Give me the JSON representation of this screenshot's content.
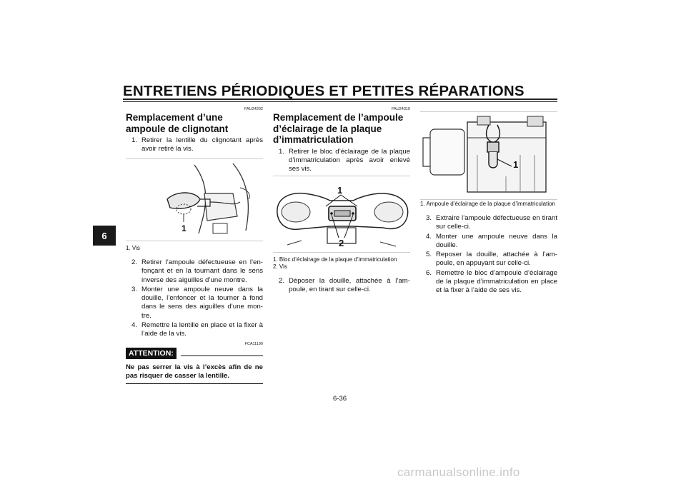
{
  "header": {
    "title": "ENTRETIENS PÉRIODIQUES ET PETITES RÉPARATIONS"
  },
  "chapter_tab": "6",
  "left": {
    "code": "FAU24202",
    "heading": "Remplacement d’une ampoule de clignotant",
    "steps_a": [
      {
        "num": "1.",
        "text": "Retirer la lentille du clignotant après avoir retiré la vis."
      }
    ],
    "figure_callout": "1",
    "captions": [
      "1. Vis"
    ],
    "steps_b": [
      {
        "num": "2.",
        "text": "Retirer l’ampoule défectueuse en l’en­fonçant et en la tournant dans le sens inverse des aiguilles d’une montre."
      },
      {
        "num": "3.",
        "text": "Monter une ampoule neuve dans la douille, l’enfoncer et la tourner à fond dans le sens des aiguilles d’une mon­tre."
      },
      {
        "num": "4.",
        "text": "Remettre la lentille en place et la fixer à l’aide de la vis."
      }
    ],
    "attention_code": "FCA11190",
    "attention_label": "ATTENTION:",
    "attention_text": "Ne pas serrer la vis à l’excès afin de ne pas risquer de casser la lentille."
  },
  "middle": {
    "code": "FAU24310",
    "heading": "Remplacement de l’ampoule d’éclairage de la plaque d’imma­triculation",
    "steps_a": [
      {
        "num": "1.",
        "text": "Retirer le bloc d’éclairage de la plaque d’immatriculation après avoir enlevé ses vis."
      }
    ],
    "figure_callouts": [
      "1",
      "2"
    ],
    "captions": [
      "1. Bloc d’éclairage de la plaque d’immatricula­tion",
      "2. Vis"
    ],
    "steps_b": [
      {
        "num": "2.",
        "text": "Déposer la douille, attachée à l’am­poule, en tirant sur celle-ci."
      }
    ]
  },
  "right": {
    "figure_callout": "1",
    "captions": [
      "1. Ampoule d’éclairage de la plaque d’immatri­culation"
    ],
    "steps": [
      {
        "num": "3.",
        "text": "Extraire l’ampoule défectueuse en ti­rant sur celle-ci."
      },
      {
        "num": "4.",
        "text": "Monter une ampoule neuve dans la douille."
      },
      {
        "num": "5.",
        "text": "Reposer la douille, attachée à l’am­poule, en appuyant sur celle-ci."
      },
      {
        "num": "6.",
        "text": "Remettre le bloc d’ampoule d’éclai­rage de la plaque d’immatriculation en place et la fixer à l’aide de ses vis."
      }
    ]
  },
  "footer": {
    "page_number": "6-36",
    "watermark": "carmanualsonline.info"
  }
}
